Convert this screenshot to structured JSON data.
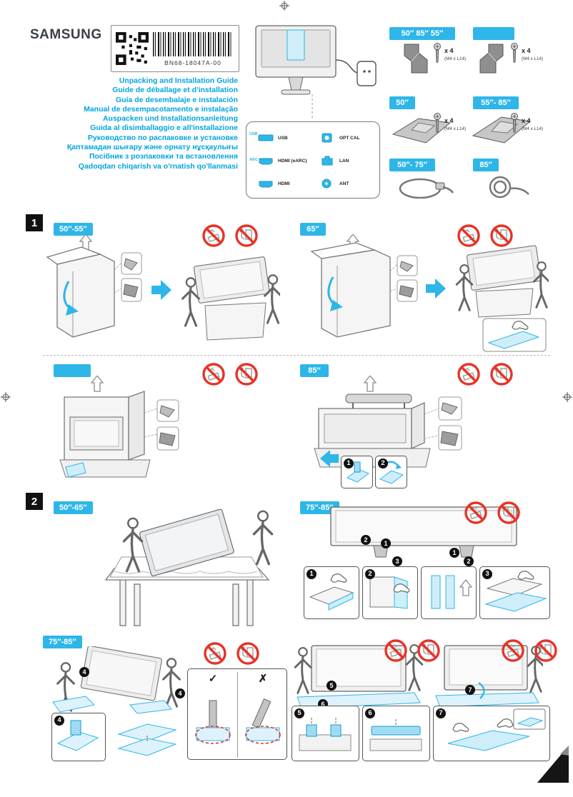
{
  "header": {
    "brand": "SAMSUNG",
    "model_code": "BN68-18047A-00",
    "titles": [
      "Unpacking and Installation Guide",
      "Guide de déballage et d'installation",
      "Guía de desembalaje e instalación",
      "Manual de desempacotamento e instalação",
      "Auspacken und Installationsanleitung",
      "Guida al disimballaggio e all'installazione",
      "Руководство по распаковке и установке",
      "Қаптамадан шығару және орнату нұсқаулығы",
      "Посібник з розпаковки та встановлення",
      "Qadoqdan chiqarish va o'rnatish qo'llanmasi"
    ],
    "ports": {
      "side_top": "USB",
      "side_mid": "ARC",
      "items": [
        "USB",
        "OPT CAL",
        "HDMI (eARC)",
        "LAN",
        "HDMI",
        "ANT"
      ]
    }
  },
  "accessories": {
    "screw_qty": "x 4",
    "screw_spec": "(M4 x L14)",
    "row1_left": "50″ 85″ 55″",
    "row1_right": "",
    "row2_left": "50″",
    "row2_right": "55″- 85″",
    "row3_left": "50″- 75″",
    "row3_right": "85″"
  },
  "section1": {
    "number": "1",
    "badge_a": "50″-55″",
    "badge_b": "65″",
    "badge_c": "",
    "badge_d": "85″"
  },
  "section2": {
    "number": "2",
    "badge_a": "50″-65″",
    "badge_b": "75″-85″",
    "badge_c": "75″-85″",
    "ok_mark": "✓",
    "bad_mark": "✗"
  },
  "markers": [
    "1",
    "2",
    "3",
    "4",
    "5",
    "6",
    "7"
  ]
}
